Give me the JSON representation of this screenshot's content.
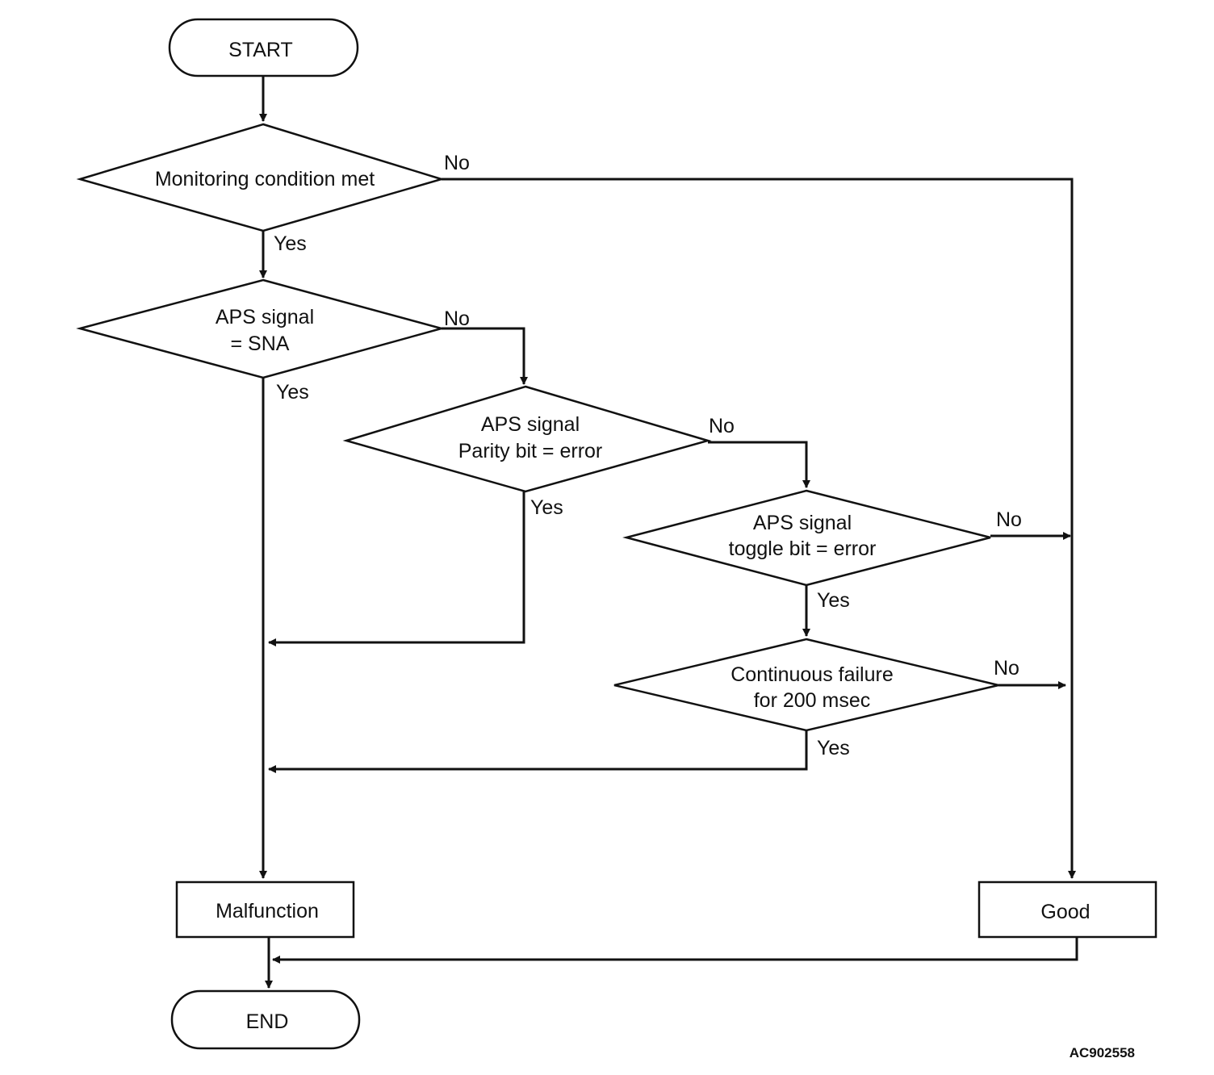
{
  "nodes": {
    "start": "START",
    "monitoring": "Monitoring condition met",
    "sna_line1": "APS signal",
    "sna_line2": "= SNA",
    "parity_line1": "APS signal",
    "parity_line2": "Parity bit = error",
    "toggle_line1": "APS signal",
    "toggle_line2": "toggle bit = error",
    "continuous_line1": "Continuous failure",
    "continuous_line2": "for 200 msec",
    "malfunction": "Malfunction",
    "good": "Good",
    "end": "END"
  },
  "labels": {
    "yes": "Yes",
    "no": "No"
  },
  "figure_code": "AC902558"
}
